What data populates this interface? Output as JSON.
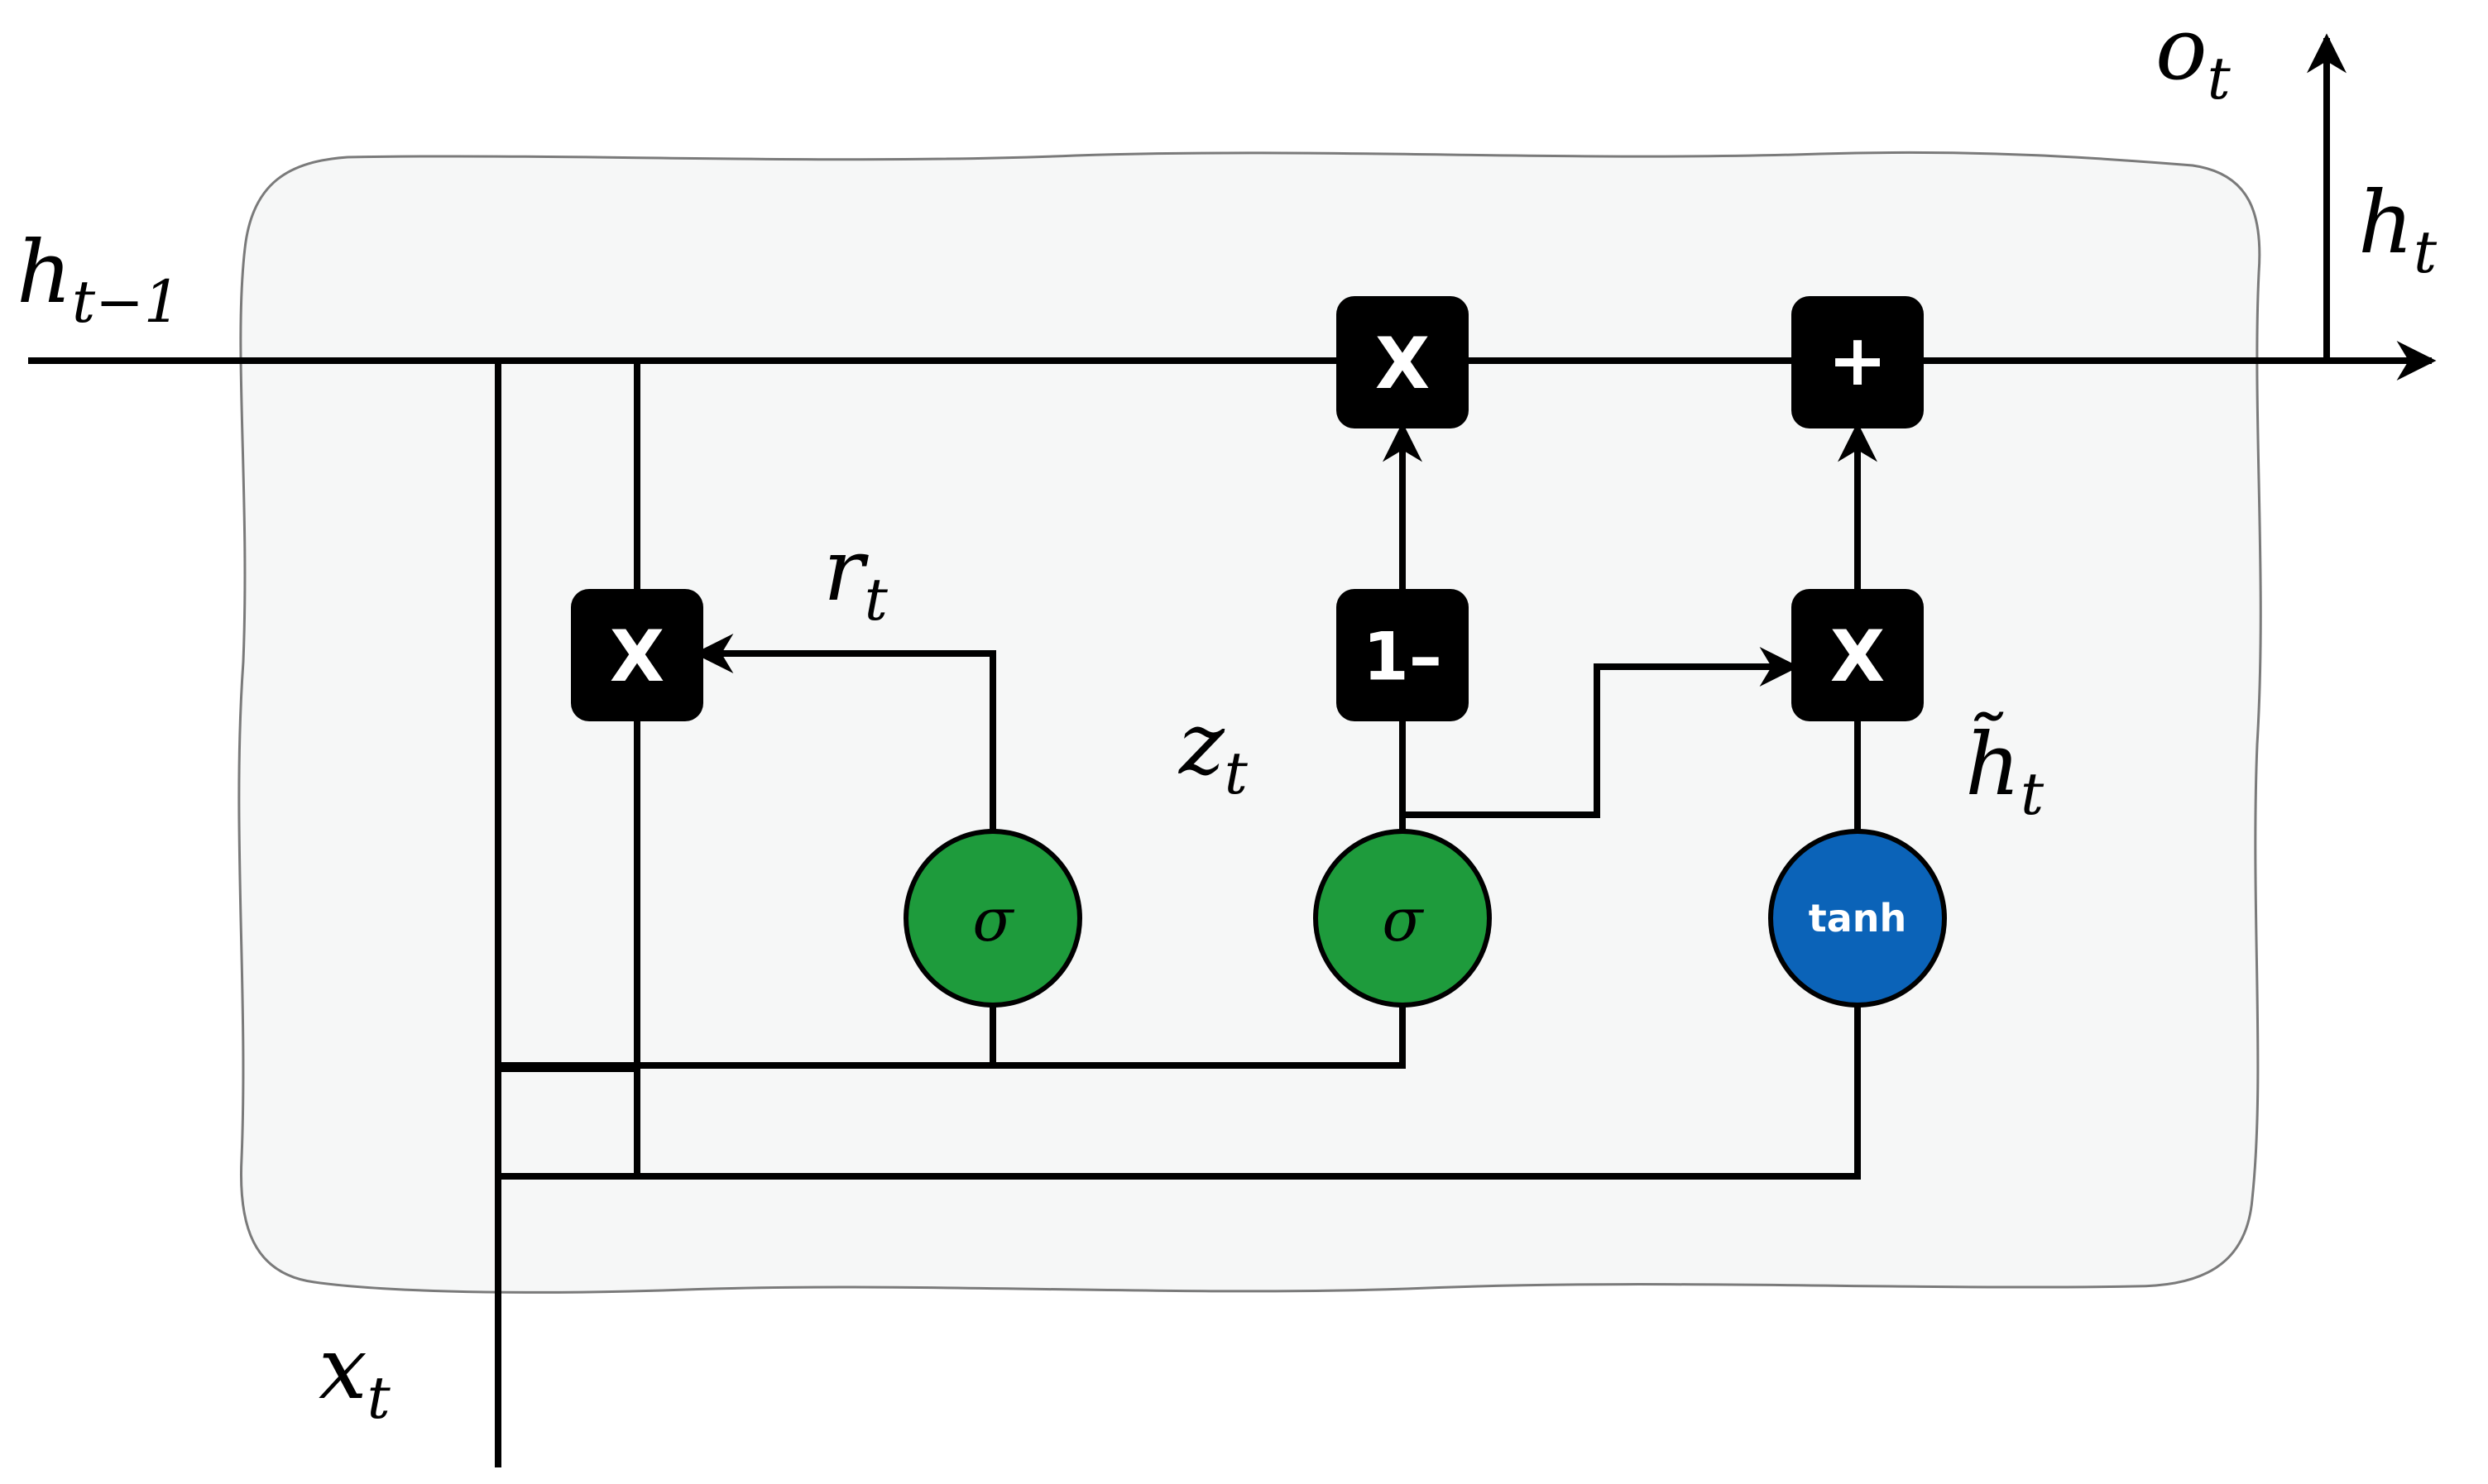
{
  "labels": {
    "h_prev_main": "h",
    "h_prev_sub": "t−1",
    "x_main": "x",
    "x_sub": "t",
    "o_main": "o",
    "o_sub": "t",
    "h_out_main": "h",
    "h_out_sub": "t",
    "r_main": "r",
    "r_sub": "t",
    "z_main": "z",
    "z_sub": "t",
    "h_tilde_main": "h̃",
    "h_tilde_sub": "t"
  },
  "operators": {
    "reset_multiply": "X",
    "update_multiply": "X",
    "candidate_multiply": "X",
    "add": "+",
    "one_minus": "1–"
  },
  "gates": {
    "reset_gate": "σ",
    "update_gate": "σ",
    "candidate": "tanh"
  },
  "colors": {
    "sigma_fill": "#1e9b3c",
    "sigma_text": "#c8f0d8",
    "tanh_fill": "#0b63b8",
    "tanh_text": "#ffffff",
    "cell_fill": "#f6f7f7",
    "cell_stroke": "#7a7a7a"
  }
}
